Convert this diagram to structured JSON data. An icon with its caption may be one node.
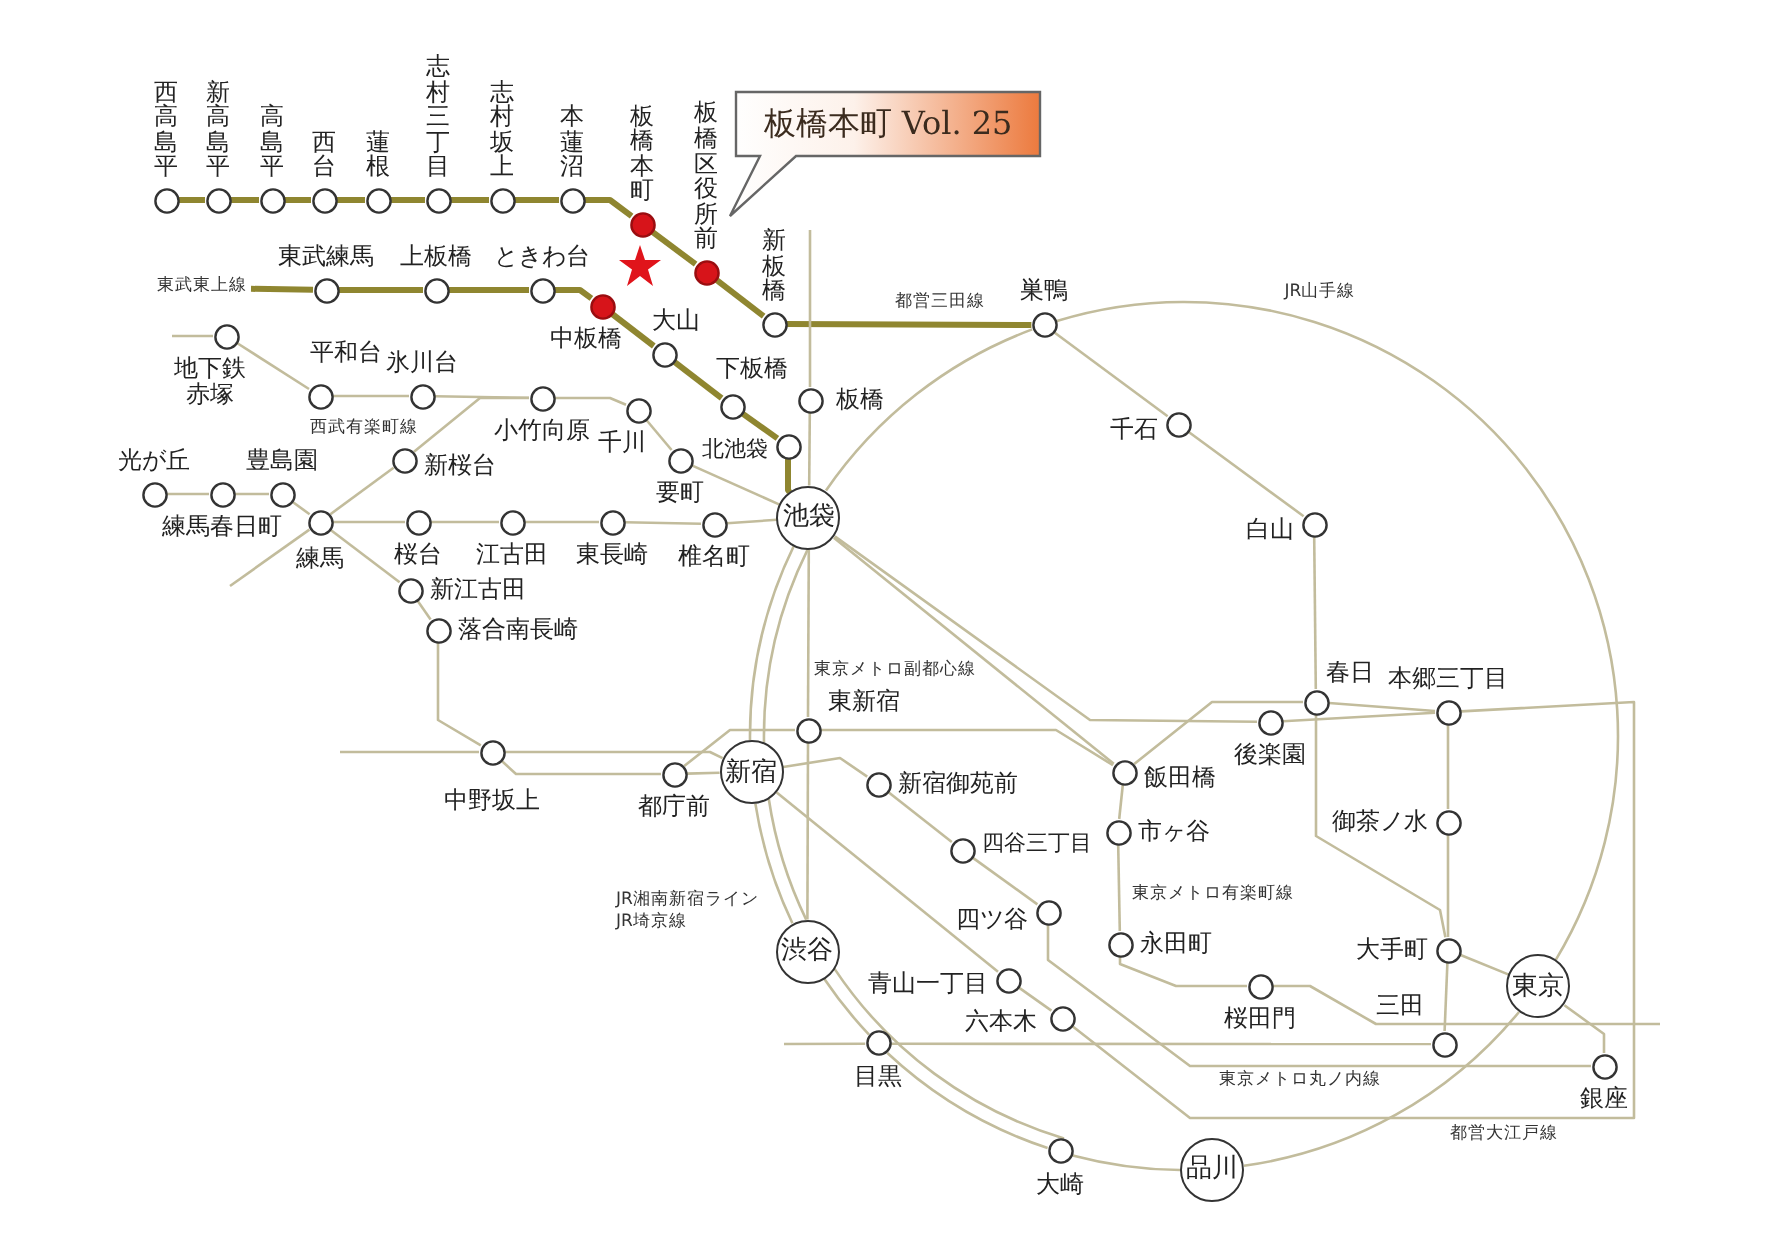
{
  "diagram": {
    "nodes": [
      {
        "text": [
          "板橋本町 Vol. 25"
        ]
      },
      {
        "text": [
          "西高島平"
        ]
      },
      {
        "text": [
          "新高島平"
        ]
      },
      {
        "text": [
          "高島平"
        ]
      },
      {
        "text": [
          "西台"
        ]
      },
      {
        "text": [
          "蓮根"
        ]
      },
      {
        "text": [
          "志村三丁目"
        ]
      },
      {
        "text": [
          "志村坂上"
        ]
      },
      {
        "text": [
          "本蓮沼"
        ]
      },
      {
        "text": [
          "板橋本町"
        ]
      },
      {
        "text": [
          "板橋区役所前"
        ]
      },
      {
        "text": [
          "新板橋"
        ]
      },
      {
        "text": [
          "東武練馬"
        ]
      },
      {
        "text": [
          "上板橋"
        ]
      },
      {
        "text": [
          "ときわ台"
        ]
      },
      {
        "text": [
          "中板橋"
        ]
      },
      {
        "text": [
          "大山"
        ]
      },
      {
        "text": [
          "下板橋"
        ]
      },
      {
        "text": [
          "板橋"
        ]
      },
      {
        "text": [
          "北池袋"
        ]
      },
      {
        "text": [
          "巣鴨"
        ]
      },
      {
        "text": [
          "地下鉄赤塚"
        ]
      },
      {
        "text": [
          "平和台"
        ]
      },
      {
        "text": [
          "氷川台"
        ]
      },
      {
        "text": [
          "小竹向原"
        ]
      },
      {
        "text": [
          "千川"
        ]
      },
      {
        "text": [
          "要町"
        ]
      },
      {
        "text": [
          "千石"
        ]
      },
      {
        "text": [
          "光が丘"
        ]
      },
      {
        "text": [
          "練馬春日町"
        ]
      },
      {
        "text": [
          "豊島園"
        ]
      },
      {
        "text": [
          "新桜台"
        ]
      },
      {
        "text": [
          "練馬"
        ]
      },
      {
        "text": [
          "桜台"
        ]
      },
      {
        "text": [
          "江古田"
        ]
      },
      {
        "text": [
          "東長崎"
        ]
      },
      {
        "text": [
          "椎名町"
        ]
      },
      {
        "text": [
          "池袋"
        ]
      },
      {
        "text": [
          "白山"
        ]
      },
      {
        "text": [
          "新江古田"
        ]
      },
      {
        "text": [
          "落合南長崎"
        ]
      },
      {
        "text": [
          "春日"
        ]
      },
      {
        "text": [
          "本郷三丁目"
        ]
      },
      {
        "text": [
          "後楽園"
        ]
      },
      {
        "text": [
          "東新宿"
        ]
      },
      {
        "text": [
          "中野坂上"
        ]
      },
      {
        "text": [
          "都庁前"
        ]
      },
      {
        "text": [
          "新宿"
        ]
      },
      {
        "text": [
          "新宿御苑前"
        ]
      },
      {
        "text": [
          "飯田橋"
        ]
      },
      {
        "text": [
          "御茶ノ水"
        ]
      },
      {
        "text": [
          "市ヶ谷"
        ]
      },
      {
        "text": [
          "四谷三丁目"
        ]
      },
      {
        "text": [
          "四ツ谷"
        ]
      },
      {
        "text": [
          "永田町"
        ]
      },
      {
        "text": [
          "大手町"
        ]
      },
      {
        "text": [
          "渋谷"
        ]
      },
      {
        "text": [
          "桜田門"
        ]
      },
      {
        "text": [
          "東京"
        ]
      },
      {
        "text": [
          "青山一丁目"
        ]
      },
      {
        "text": [
          "六本木"
        ]
      },
      {
        "text": [
          "目黒"
        ]
      },
      {
        "text": [
          "三田"
        ]
      },
      {
        "text": [
          "銀座"
        ]
      },
      {
        "text": [
          "大崎"
        ]
      },
      {
        "text": [
          "品川"
        ]
      },
      {
        "text": [
          "東武東上線"
        ]
      }
    ],
    "edges": [
      {
        "from": 1,
        "to": 2,
        "arrow": "none",
        "style": "thick",
        "color": "#8f8630"
      },
      {
        "from": 2,
        "to": 3,
        "arrow": "none",
        "style": "thick",
        "color": "#8f8630"
      },
      {
        "from": 3,
        "to": 4,
        "arrow": "none",
        "style": "thick",
        "color": "#8f8630"
      },
      {
        "from": 4,
        "to": 5,
        "arrow": "none",
        "style": "thick",
        "color": "#8f8630"
      },
      {
        "from": 5,
        "to": 6,
        "arrow": "none",
        "style": "thick",
        "color": "#8f8630"
      },
      {
        "from": 6,
        "to": 7,
        "arrow": "none",
        "style": "thick",
        "color": "#8f8630"
      },
      {
        "from": 7,
        "to": 8,
        "arrow": "none",
        "style": "thick",
        "color": "#8f8630"
      },
      {
        "from": 8,
        "to": 9,
        "arrow": "none",
        "style": "thick",
        "color": "#8f8630"
      },
      {
        "from": 9,
        "to": 10,
        "arrow": "none",
        "style": "thick",
        "color": "#8f8630"
      },
      {
        "from": 10,
        "to": 11,
        "arrow": "none",
        "style": "thick",
        "color": "#8f8630"
      },
      {
        "from": 11,
        "to": 20,
        "arrow": "none",
        "style": "thick",
        "color": "#8f8630"
      },
      {
        "from": 20,
        "to": 27,
        "arrow": "none"
      },
      {
        "from": 27,
        "to": 38,
        "arrow": "none"
      },
      {
        "from": 38,
        "to": 41,
        "arrow": "none"
      },
      {
        "from": 41,
        "to": 55,
        "arrow": "none"
      },
      {
        "from": 55,
        "to": 62,
        "arrow": "none"
      },
      {
        "from": 61,
        "to": null,
        "arrow": "none"
      },
      {
        "from": 61,
        "to": 62,
        "arrow": "none"
      },
      {
        "from": 12,
        "to": 66,
        "arrow": "none",
        "style": "thick",
        "color": "#8f8630"
      },
      {
        "from": 12,
        "to": 13,
        "arrow": "none",
        "style": "thick",
        "color": "#8f8630"
      },
      {
        "from": 13,
        "to": 14,
        "arrow": "none",
        "style": "thick",
        "color": "#8f8630"
      },
      {
        "from": 14,
        "to": 15,
        "arrow": "none",
        "style": "thick",
        "color": "#8f8630"
      },
      {
        "from": 15,
        "to": 16,
        "arrow": "none",
        "style": "thick",
        "color": "#8f8630"
      },
      {
        "from": 16,
        "to": 17,
        "arrow": "none",
        "style": "thick",
        "color": "#8f8630"
      },
      {
        "from": 17,
        "to": 19,
        "arrow": "none",
        "style": "thick",
        "color": "#8f8630"
      },
      {
        "from": 19,
        "to": 37,
        "arrow": "none",
        "style": "thick",
        "color": "#8f8630"
      },
      {
        "from": 18,
        "to": null,
        "arrow": "none"
      },
      {
        "from": 18,
        "to": 37,
        "arrow": "none"
      },
      {
        "from": 21,
        "to": null,
        "arrow": "none"
      },
      {
        "from": 21,
        "to": 22,
        "arrow": "none"
      },
      {
        "from": 22,
        "to": 23,
        "arrow": "none"
      },
      {
        "from": 23,
        "to": 24,
        "arrow": "none"
      },
      {
        "from": 24,
        "to": 25,
        "arrow": "none"
      },
      {
        "from": 25,
        "to": 26,
        "arrow": "none"
      },
      {
        "from": 26,
        "to": 37,
        "arrow": "none"
      },
      {
        "from": 37,
        "to": 49,
        "arrow": "none"
      },
      {
        "from": 49,
        "to": 51,
        "arrow": "none"
      },
      {
        "from": 51,
        "to": 54,
        "arrow": "none"
      },
      {
        "from": 54,
        "to": 57,
        "arrow": "none"
      },
      {
        "from": 57,
        "to": null,
        "arrow": "none"
      },
      {
        "from": 37,
        "to": 44,
        "arrow": "none"
      },
      {
        "from": 44,
        "to": 56,
        "arrow": "none"
      },
      {
        "from": 28,
        "to": 29,
        "arrow": "none"
      },
      {
        "from": 29,
        "to": 30,
        "arrow": "none"
      },
      {
        "from": 30,
        "to": 32,
        "arrow": "none"
      },
      {
        "from": 32,
        "to": 39,
        "arrow": "none"
      },
      {
        "from": 39,
        "to": 40,
        "arrow": "none"
      },
      {
        "from": 40,
        "to": 45,
        "arrow": "none"
      },
      {
        "from": 45,
        "to": 46,
        "arrow": "none"
      },
      {
        "from": 46,
        "to": 47,
        "arrow": "none"
      },
      {
        "from": 46,
        "to": 44,
        "arrow": "none"
      },
      {
        "from": 44,
        "to": 49,
        "arrow": "none"
      },
      {
        "from": 49,
        "to": 41,
        "arrow": "none"
      },
      {
        "from": 41,
        "to": 42,
        "arrow": "none"
      },
      {
        "from": 42,
        "to": 60,
        "arrow": "none"
      },
      {
        "from": 47,
        "to": 59,
        "arrow": "none"
      },
      {
        "from": 59,
        "to": 60,
        "arrow": "none"
      },
      {
        "from": 32,
        "to": 31,
        "arrow": "none"
      },
      {
        "from": 31,
        "to": 24,
        "arrow": "none"
      },
      {
        "from": 32,
        "to": 33,
        "arrow": "none"
      },
      {
        "from": 33,
        "to": 34,
        "arrow": "none"
      },
      {
        "from": 34,
        "to": 35,
        "arrow": "none"
      },
      {
        "from": 35,
        "to": 36,
        "arrow": "none"
      },
      {
        "from": 36,
        "to": 37,
        "arrow": "none"
      },
      {
        "from": 32,
        "to": null,
        "arrow": "none"
      },
      {
        "from": 45,
        "to": null,
        "arrow": "none"
      },
      {
        "from": 45,
        "to": 47,
        "arrow": "none"
      },
      {
        "from": 47,
        "to": 48,
        "arrow": "none"
      },
      {
        "from": 48,
        "to": 52,
        "arrow": "none"
      },
      {
        "from": 52,
        "to": 53,
        "arrow": "none"
      },
      {
        "from": 53,
        "to": 63,
        "arrow": "none"
      },
      {
        "from": 63,
        "to": 58,
        "arrow": "none"
      },
      {
        "from": 58,
        "to": 55,
        "arrow": "none"
      },
      {
        "from": 55,
        "to": 50,
        "arrow": "none"
      },
      {
        "from": 50,
        "to": 42,
        "arrow": "none"
      },
      {
        "from": 42,
        "to": 43,
        "arrow": "none"
      },
      {
        "from": 43,
        "to": 37,
        "arrow": "none"
      },
      {
        "from": 20,
        "to": 37,
        "arrow": "none"
      },
      {
        "from": 37,
        "to": 47,
        "arrow": "none"
      },
      {
        "from": 47,
        "to": 56,
        "arrow": "none"
      },
      {
        "from": 56,
        "to": 61,
        "arrow": "none"
      },
      {
        "from": 61,
        "to": 64,
        "arrow": "none"
      },
      {
        "from": 64,
        "to": 65,
        "arrow": "none"
      },
      {
        "from": 65,
        "to": 58,
        "arrow": "none"
      },
      {
        "from": 58,
        "to": 20,
        "arrow": "none"
      },
      {
        "from": 37,
        "to": 47,
        "arrow": "none"
      },
      {
        "from": 47,
        "to": 56,
        "arrow": "none"
      },
      {
        "from": 56,
        "to": 64,
        "arrow": "none"
      }
    ],
    "labels": [
      "都営三田線",
      "JR山手線",
      "西武有楽町線",
      "東京メトロ副都心線",
      "東京メトロ有楽町線",
      "JR湘南新宿ライン",
      "JR埼京線",
      "東京メトロ丸ノ内線",
      "都営大江戸線"
    ]
  }
}
